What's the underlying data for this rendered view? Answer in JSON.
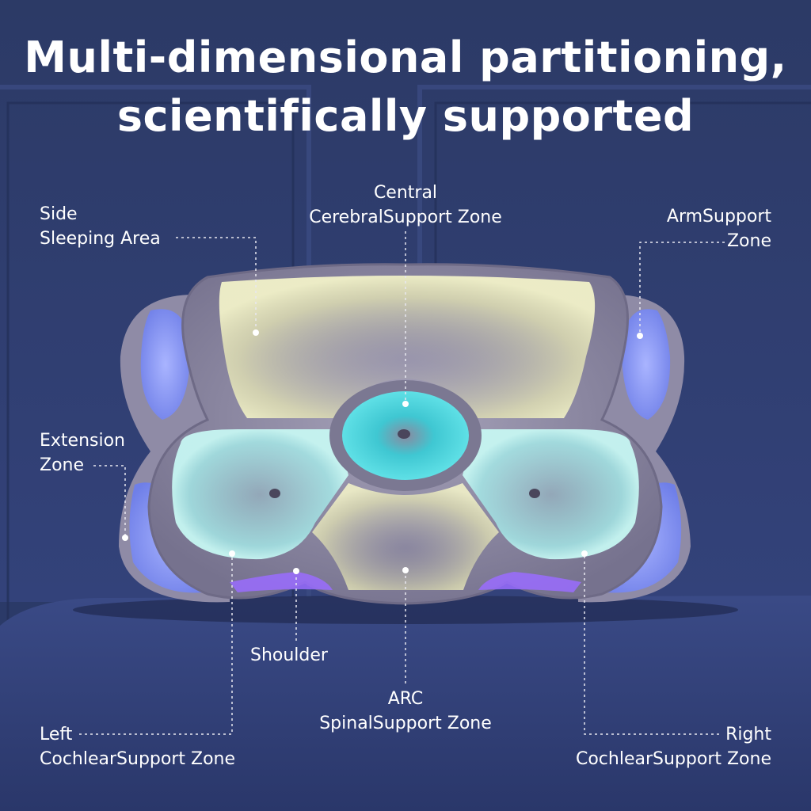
{
  "title": {
    "line1": "Multi-dimensional partitioning,",
    "line2": "scientifically supported"
  },
  "labels": {
    "side_sleeping": {
      "line1": "Side",
      "line2": "Sleeping Area"
    },
    "central": {
      "line1": "Central",
      "line2": "CerebralSupport Zone"
    },
    "arm": {
      "line1": "ArmSupport",
      "line2": "Zone"
    },
    "extension": {
      "line1": "Extension",
      "line2": "Zone"
    },
    "shoulder": {
      "line1": "Shoulder"
    },
    "arc": {
      "line1": "ARC",
      "line2": "SpinalSupport Zone"
    },
    "left_cochlear": {
      "line1": "Left",
      "line2": "CochlearSupport Zone"
    },
    "right_cochlear": {
      "line1": "Right",
      "line2": "CochlearSupport Zone"
    }
  },
  "colors": {
    "background": "#2b3a68",
    "pillow": "#8e8aa2",
    "side_zone": "#e6e6b4",
    "cerebral_zone": "#45cfd8",
    "cochlear_zone": "#a6ecea",
    "spinal_zone": "#e4eab8",
    "arm_zone": "#7f8ef2",
    "shoulder_accent": "#9a6cff"
  }
}
